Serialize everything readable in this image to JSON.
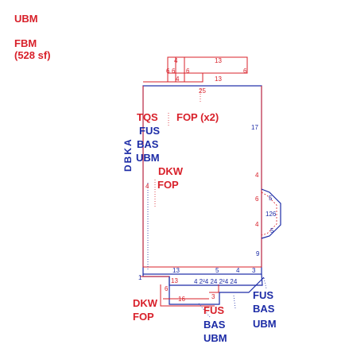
{
  "colors": {
    "red": "#d8202a",
    "blue": "#1c2ba6"
  },
  "legend": {
    "ubm": "UBM",
    "fbm": "FBM",
    "fbm_area": "(528 sf)"
  },
  "left_stack": {
    "tqs": "TQS",
    "fus": "FUS",
    "bas": "BAS",
    "ubm": "UBM",
    "vertical": "DBKA"
  },
  "main_labels": {
    "fop_x2": "FOP (x2)",
    "dkw": "DKW",
    "fop": "FOP",
    "fop_prefix": "4"
  },
  "bottom_labels": {
    "dkw": "DKW",
    "fop": "FOP",
    "fus_red": "FUS",
    "fus_blue": "FUS",
    "bas_right": "BAS",
    "ubm_right": "UBM",
    "bas_bottom": "BAS",
    "ubm_bottom": "UBM"
  },
  "dims": {
    "top_left": "4",
    "top_13": "13",
    "top_6a": "6",
    "top_6b": "6",
    "top_6c": "6",
    "top_6d": "6",
    "top_4": "4",
    "top_13b": "13",
    "d25": "25",
    "d17": "17",
    "d4a": "4",
    "d6a": "6",
    "d5a": "5",
    "d126": "126",
    "d4b": "4",
    "d5b": "5",
    "d9": "9",
    "d13a": "13",
    "d5c": "5",
    "d4c": "4",
    "d3": "3",
    "d1": "1",
    "d13b": "13",
    "d_chain": "4 2²4 24 2²4 24",
    "d6b": "6",
    "d16": "16",
    "d3b": "3"
  }
}
